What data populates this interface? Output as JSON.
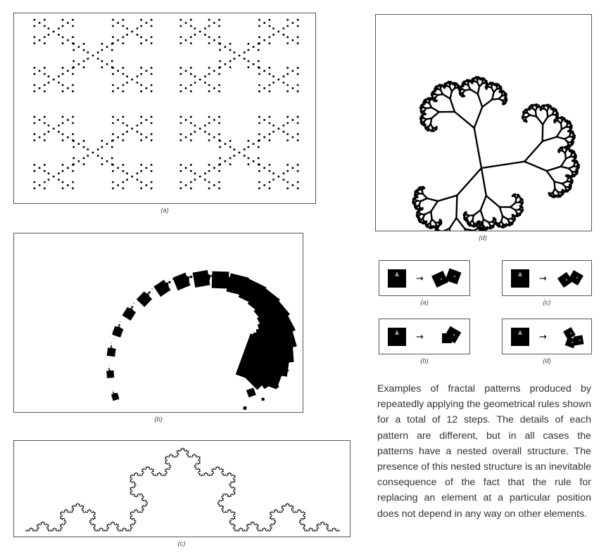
{
  "figure": {
    "panel_labels": {
      "a": "(a)",
      "b": "(b)",
      "c": "(c)",
      "d": "(d)"
    },
    "rule_labels": {
      "a": "(a)",
      "b": "(b)",
      "c": "(c)",
      "d": "(d)"
    },
    "arrow_glyph": "→",
    "caption": "Examples of fractal patterns produced by repeatedly applying the geometrical rules shown for a total of 12 steps. The details of each pattern are different, but in all cases the patterns have a nested overall structure. The presence of this nested structure is an inevitable consequence of the fact that the rule for replacing an element at a particular position does not depend in any way on other elements.",
    "colors": {
      "ink": "#000000",
      "frame": "#555555",
      "marker": "#9a9a9a",
      "text": "#333333"
    }
  }
}
